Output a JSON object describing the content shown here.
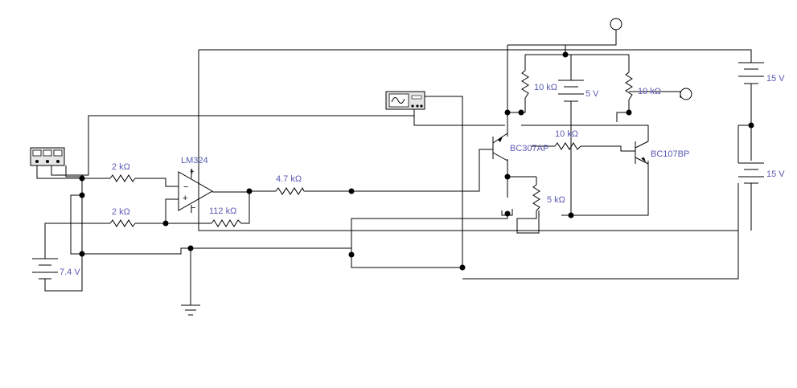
{
  "colors": {
    "wire": "#000000",
    "label": "#5a5ab4",
    "background": "#ffffff"
  },
  "labels": {
    "r_input_top": "2 kΩ",
    "r_input_bottom": "2 kΩ",
    "opamp": "LM324",
    "r_out": "4.7 kΩ",
    "r_feedback": "112 kΩ",
    "r_bias_left": "10 kΩ",
    "battery_5v": "5 V",
    "r_bias_right": "10 kΩ",
    "r_bridge": "10 kΩ",
    "q_pnp": "BC307AP",
    "q_npn": "BC107BP",
    "r_load": "5 kΩ",
    "battery_15v_top": "15 V",
    "battery_15v_bottom": "15 V",
    "battery_7v": "7.4 V"
  },
  "icons": {
    "meter": "multimeter-icon",
    "scope": "oscilloscope-icon",
    "ground": "ground-icon",
    "probe": "probe-terminal-icon"
  }
}
